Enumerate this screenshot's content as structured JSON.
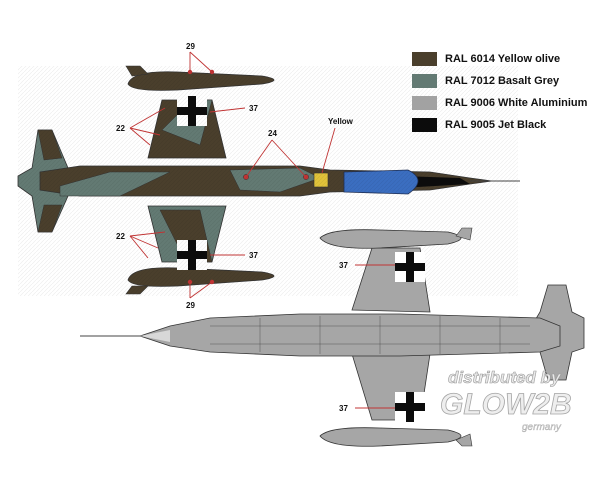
{
  "legend": {
    "items": [
      {
        "code": "RAL 6014 Yellow olive",
        "color": "#4a3f2c"
      },
      {
        "code": "RAL 7012 Basalt Grey",
        "color": "#637a73"
      },
      {
        "code": "RAL 9006 White Aluminium",
        "color": "#a2a2a2"
      },
      {
        "code": "RAL 9005 Jet Black",
        "color": "#0c0c0c"
      }
    ]
  },
  "callouts": {
    "top_tip_tank": "29",
    "bottom_tip_tank": "29",
    "cross_upper": "37",
    "cross_lower": "37",
    "wing_upper": "22",
    "wing_lower": "22",
    "intake": "24",
    "yellow": "Yellow",
    "under_cross_upper": "37",
    "under_cross_lower": "37"
  },
  "watermark": {
    "line1": "distributed by",
    "line2": "GLOW2B",
    "line3": "germany"
  },
  "colors": {
    "canopy": "#3b6ec0",
    "yellow_panel": "#e0c23a",
    "marker_red": "#c03434",
    "underside": "#a6a6a6",
    "cross_white": "#ffffff"
  }
}
